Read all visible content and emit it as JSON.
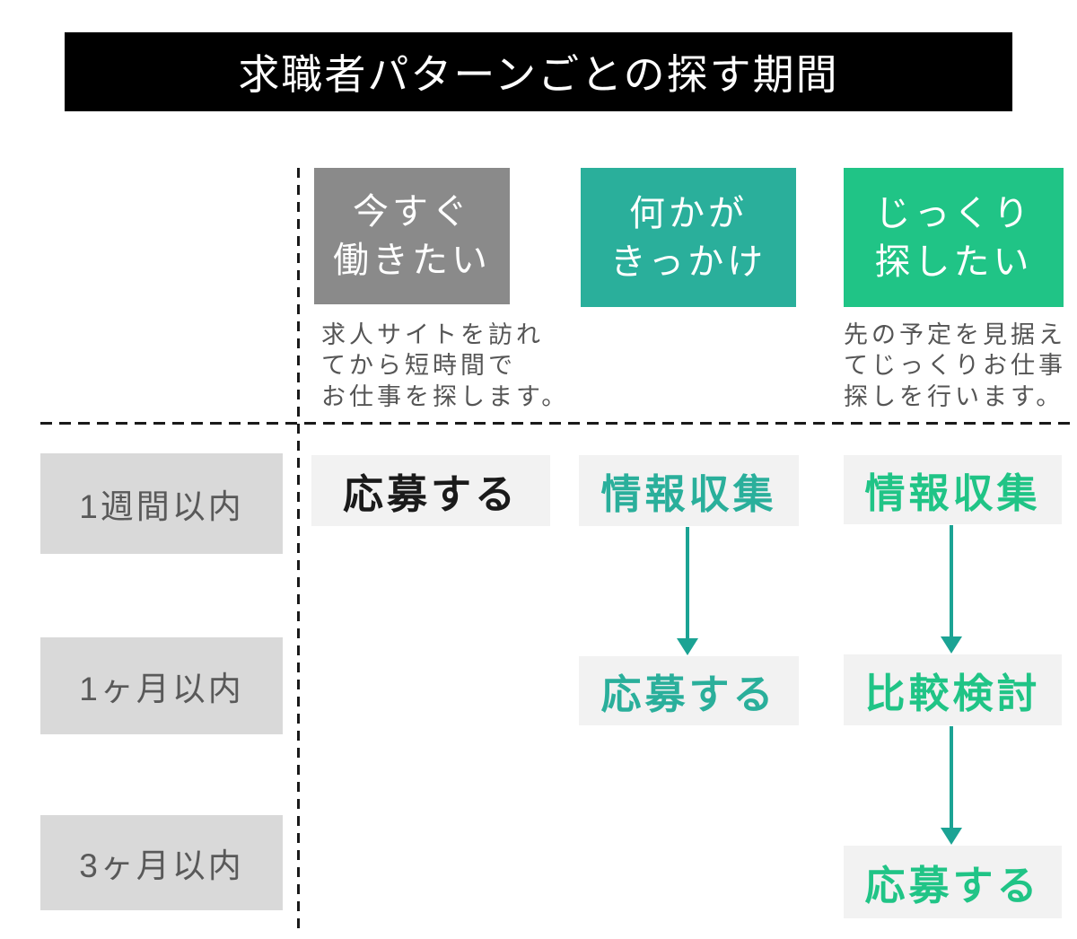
{
  "title": "求職者パターンごとの探す期間",
  "colors": {
    "banner_bg": "#000000",
    "banner_text": "#ffffff",
    "immediate_header_bg": "#8a8a8a",
    "trigger_header_bg": "#2aaf9b",
    "careful_header_bg": "#20c486",
    "header_text": "#ffffff",
    "row_label_bg": "#d9d9d9",
    "row_label_text": "#595959",
    "cell_bg": "#f2f2f2",
    "description_text": "#555555",
    "dashed_line": "#1a1a1a",
    "arrow_teal": "#1ba394",
    "cell_text_black": "#1a1a1a",
    "cell_text_teal": "#2aaf9b",
    "cell_text_green": "#20c486"
  },
  "columns": [
    {
      "id": "immediate",
      "label": "今すぐ\n働きたい",
      "description": "求人サイトを訪れ\nてから短時間で\nお仕事を探します。"
    },
    {
      "id": "trigger",
      "label": "何かが\nきっかけ",
      "description": ""
    },
    {
      "id": "careful",
      "label": "じっくり\n探したい",
      "description": "先の予定を見据え\nてじっくりお仕事\n探しを行います。"
    }
  ],
  "rows": [
    {
      "label": "1週間以内"
    },
    {
      "label": "1ヶ月以内"
    },
    {
      "label": "3ヶ月以内"
    }
  ],
  "cells": {
    "immediate_week": "応募する",
    "trigger_week": "情報収集",
    "trigger_month": "応募する",
    "careful_week": "情報収集",
    "careful_month": "比較検討",
    "careful_quarter": "応募する"
  }
}
